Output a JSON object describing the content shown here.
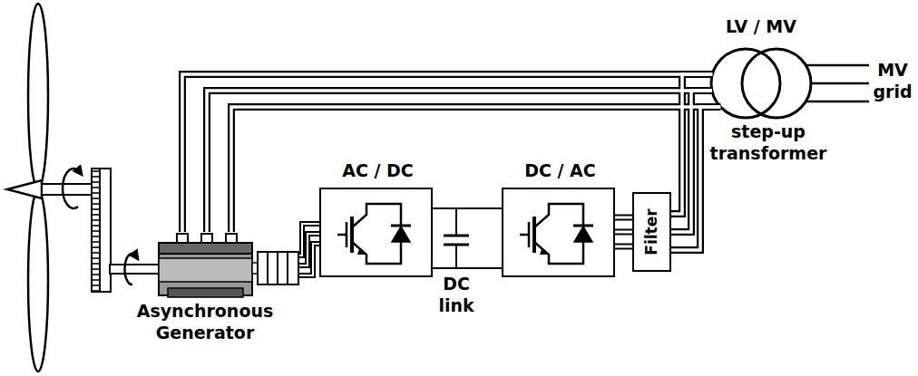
{
  "diagram": {
    "nodes": [
      {
        "text": [
          "Asynchronous Generator"
        ]
      },
      {
        "text": [
          "AC / DC"
        ]
      },
      {
        "text": [
          "DC / AC"
        ]
      },
      {
        "text": [
          "Filter"
        ]
      },
      {
        "text": [
          "LV / MV",
          "step-up transformer"
        ]
      }
    ],
    "edges": [
      {
        "from": 0,
        "to": 1,
        "arrow": "none"
      },
      {
        "from": 1,
        "to": 2,
        "arrow": "none"
      },
      {
        "from": 2,
        "to": 3,
        "arrow": "none"
      },
      {
        "from": 3,
        "to": 4,
        "arrow": "none"
      },
      {
        "from": 0,
        "to": 4,
        "arrow": "none"
      }
    ],
    "labels": [
      "DC link",
      "MV grid"
    ]
  }
}
